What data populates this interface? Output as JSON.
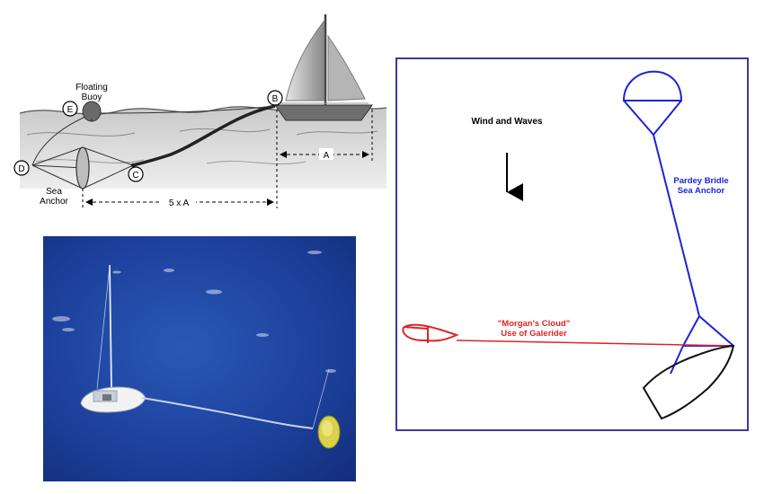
{
  "sea_anchor_diagram": {
    "labels": {
      "point_b": "B",
      "point_c": "C",
      "point_d": "D",
      "point_e": "E",
      "floating_buoy_line1": "Floating",
      "floating_buoy_line2": "Buoy",
      "sea_anchor_line1": "Sea",
      "sea_anchor_line2": "Anchor",
      "dimension_a": "A",
      "dimension_5xa": "5 x A"
    }
  },
  "bridle_diagram": {
    "wind_label": "Wind and Waves",
    "pardey_label_line1": "Pardey Bridle",
    "pardey_label_line2": "Sea Anchor",
    "galerider_label_line1": "\"Morgan's Cloud\"",
    "galerider_label_line2": "Use of Galerider",
    "colors": {
      "pardey": "#1c24d6",
      "galerider": "#e02424",
      "boat": "#111111",
      "frame": "#3a3aa0"
    }
  },
  "photo": {
    "colors": {
      "sea": "#1b3f9a",
      "drogue": "#d9d24a",
      "hull": "#f2f2f2"
    }
  }
}
